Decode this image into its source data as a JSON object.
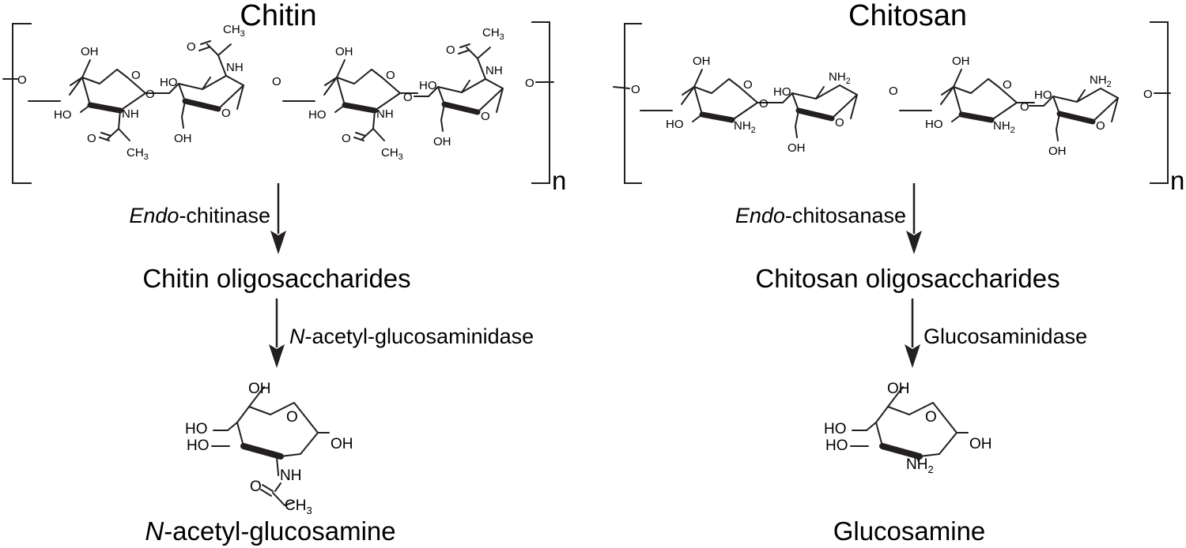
{
  "chitin": {
    "title": "Chitin",
    "repeat": "n",
    "enzyme1": {
      "prefix": "Endo",
      "suffix": "-chitinase"
    },
    "oligo": "Chitin oligosaccharides",
    "enzyme2": {
      "prefix": "N",
      "suffix": "-acetyl-glucosaminidase"
    },
    "product": {
      "prefix": "N",
      "suffix": "-acetyl-glucosamine"
    }
  },
  "chitosan": {
    "title": "Chitosan",
    "repeat": "n",
    "enzyme1": {
      "prefix": "Endo",
      "suffix": "-chitosanase"
    },
    "oligo": "Chitosan oligosaccharides",
    "enzyme2": "Glucosaminidase",
    "product": "Glucosamine"
  },
  "atoms": {
    "OH": "OH",
    "HO": "HO",
    "O": "O",
    "NH": "NH",
    "NH_main": "NH",
    "NH_sub": "2",
    "CH_main": "CH",
    "CH_sub": "3"
  }
}
